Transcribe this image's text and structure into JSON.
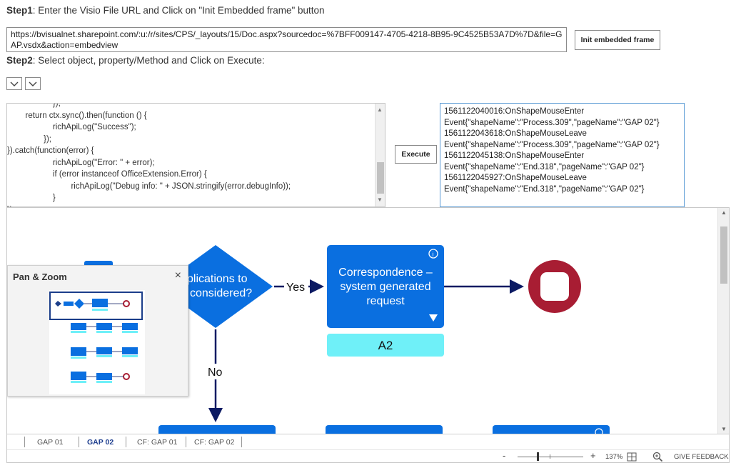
{
  "step1": {
    "label": "Step1",
    "text": ": Enter the Visio File URL and Click on \"Init Embedded frame\" button"
  },
  "url_value": "https://bvisualnet.sharepoint.com/:u:/r/sites/CPS/_layouts/15/Doc.aspx?sourcedoc=%7BFF009147-4705-4218-8B95-9C4525B53A7D%7D&file=GAP.vsdx&action=embedview",
  "init_button": "Init embedded frame",
  "step2": {
    "label": "Step2",
    "text": ": Select object, property/Method and Click on Execute:"
  },
  "code_lines": [
    "                    });",
    "        return ctx.sync().then(function () {",
    "                    richApiLog(\"Success\");",
    "                });",
    "}).catch(function(error) {",
    "                    richApiLog(\"Error: \" + error);",
    "                    if (error instanceof OfficeExtension.Error) {",
    "                            richApiLog(\"Debug info: \" + JSON.stringify(error.debugInfo));",
    "                    }",
    "});"
  ],
  "execute_button": "Execute",
  "log_lines": [
    "1561122040016:OnShapeMouseEnter",
    "Event{\"shapeName\":\"Process.309\",\"pageName\":\"GAP 02\"}",
    "1561122043618:OnShapeMouseLeave",
    "Event{\"shapeName\":\"Process.309\",\"pageName\":\"GAP 02\"}",
    "1561122045138:OnShapeMouseEnter",
    "Event{\"shapeName\":\"End.318\",\"pageName\":\"GAP 02\"}",
    "1561122045927:OnShapeMouseLeave",
    "Event{\"shapeName\":\"End.318\",\"pageName\":\"GAP 02\"}"
  ],
  "diagram": {
    "decision_line1": "plications to",
    "decision_line2": "considered?",
    "yes_label": "Yes",
    "no_label": "No",
    "process_line1": "Correspondence –",
    "process_line2": "system generated",
    "process_line3": "request",
    "process_tag": "A2",
    "colors": {
      "blue": "#0a6fe0",
      "navy": "#0b1a63",
      "cyan": "#6ff0f8",
      "stop": "#a81d33"
    }
  },
  "pan_zoom": {
    "title": "Pan & Zoom",
    "close": "×"
  },
  "tabs": [
    {
      "label": "GAP 01",
      "active": false
    },
    {
      "label": "GAP 02",
      "active": true
    },
    {
      "label": "CF: GAP 01",
      "active": false
    },
    {
      "label": "CF: GAP 02",
      "active": false
    }
  ],
  "status": {
    "minus": "-",
    "plus": "+",
    "zoom": "137%",
    "feedback": "GIVE FEEDBACK"
  }
}
